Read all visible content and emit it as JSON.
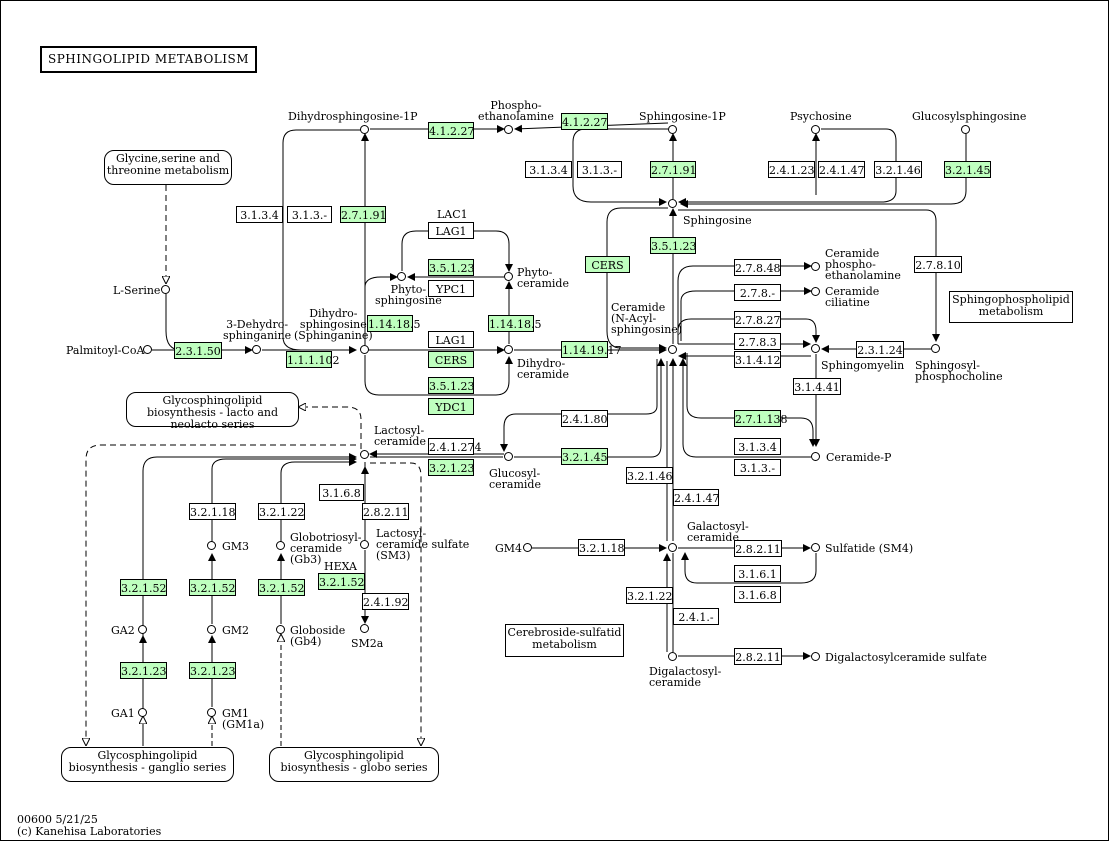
{
  "title": "SPHINGOLIPID  METABOLISM",
  "footer": {
    "map_id_date": "00600 5/21/25",
    "copyright": "(c) Kanehisa Laboratories"
  },
  "colors": {
    "enzyme_highlight": "#bfffbf",
    "line": "#000000",
    "background": "#ffffff"
  },
  "maps": {
    "glycine": "Glycine,serine and\nthreonine metabolism",
    "lacto": "Glycosphingolipid biosynthesis\n- lacto and neolacto series",
    "ganglio": "Glycosphingolipid biosynthesis\n- ganglio series",
    "globo": "Glycosphingolipid biosynthesis\n- globo series",
    "sphingophospho": "Sphingophospholipid\nmetabolism",
    "cerebroside": "Cerebroside-sulfatid\nmetabolism"
  },
  "compounds": {
    "palmitoyl_coa": "Palmitoyl-CoA",
    "l_serine": "L-Serine",
    "dehydrosphinganine": "3-Dehydro-\nsphinganine",
    "dihydrosphingosine": "Dihydro-\nsphingosine\n(Sphinganine)",
    "dihydrosphingosine_1p": "Dihydrosphingosine-1P",
    "phosphoethanolamine": "Phospho-\nethanolamine",
    "sphingosine_1p": "Sphingosine-1P",
    "psychosine": "Psychosine",
    "glucosylsphingosine": "Glucosylsphingosine",
    "sphingosine": "Sphingosine",
    "phytosphingosine": "Phyto-\nsphingosine",
    "phytoceramide": "Phyto-\nceramide",
    "dihydroceramide": "Dihydro-\nceramide",
    "ceramide": "Ceramide\n(N-Acyl-\nsphingosine)",
    "ceramide_pe": "Ceramide\nphospho-\nethanolamine",
    "ceramide_ciliatine": "Ceramide\nciliatine",
    "sphingomyelin": "Sphingomyelin",
    "sphingosylphosphocholine": "Sphingosyl-\nphosphocholine",
    "ceramide_p": "Ceramide-P",
    "lactosylceramide": "Lactosyl-\nceramide",
    "glucosylceramide": "Glucosyl-\nceramide",
    "galactosylceramide": "Galactosyl-\nceramide",
    "gm4": "GM4",
    "sulfatide": "Sulfatide (SM4)",
    "digalactosylceramide": "Digalactosyl-\nceramide",
    "digalactosylceramide_sulfate": "Digalactosylceramide sulfate",
    "gm3": "GM3",
    "gm2": "GM2",
    "gm1": "GM1\n(GM1a)",
    "ga2": "GA2",
    "ga1": "GA1",
    "gb3": "Globotriosyl-\nceramide\n(Gb3)",
    "gb4": "Globoside\n(Gb4)",
    "sm3": "Lactosyl-\nceramide sulfate\n(SM3)",
    "sm2a": "SM2a",
    "hexa": "HEXA"
  },
  "enzymes": [
    "2.3.1.50",
    "1.1.1.102",
    "4.1.2.27",
    "4.1.2.27",
    "3.1.3.4",
    "3.1.3.-",
    "2.7.1.91",
    "3.1.3.4",
    "3.1.3.-",
    "2.7.1.91",
    "LAG1",
    "3.5.1.23",
    "YPC1",
    "1.14.18.5",
    "1.14.18.5",
    "LAG1",
    "CERS",
    "3.5.1.23",
    "YDC1",
    "2.4.1.23",
    "2.4.1.47",
    "3.2.1.46",
    "3.2.1.45",
    "CERS",
    "3.5.1.23",
    "1.14.19.17",
    "2.7.8.48",
    "2.7.8.-",
    "2.7.8.27",
    "2.7.8.3",
    "3.1.4.12",
    "2.3.1.24",
    "2.7.8.10",
    "3.1.4.41",
    "2.7.1.138",
    "3.1.3.4",
    "3.1.3.-",
    "2.4.1.80",
    "2.4.1.274",
    "3.2.1.23",
    "3.2.1.45",
    "3.2.1.46",
    "2.4.1.47",
    "3.2.1.18",
    "2.8.2.11",
    "3.1.6.1",
    "3.1.6.8",
    "3.2.1.22",
    "2.4.1.-",
    "2.8.2.11",
    "3.2.1.18",
    "3.2.1.22",
    "3.1.6.8",
    "2.8.2.11",
    "3.2.1.52",
    "3.2.1.52",
    "3.2.1.52",
    "3.2.1.52",
    "2.4.1.92",
    "3.2.1.23",
    "3.2.1.23"
  ],
  "lac1_label": "LAC1"
}
